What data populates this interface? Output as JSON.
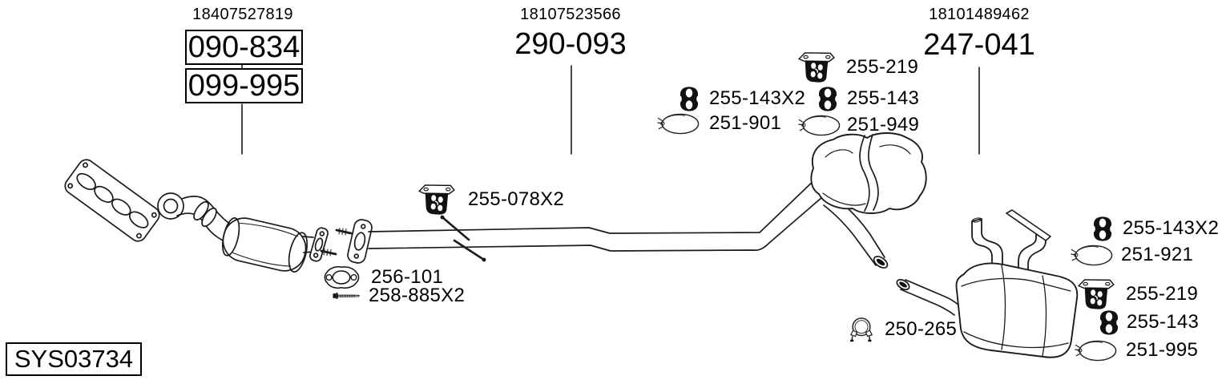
{
  "diagram": {
    "system_code": "SYS03734",
    "colors": {
      "line": "#1b1b1b",
      "background": "#ffffff",
      "solid_fill": "#111111"
    },
    "main_assemblies": [
      {
        "oe_number": "18407527819",
        "part_numbers": [
          "090-834",
          "099-995"
        ],
        "boxed": true
      },
      {
        "oe_number": "18107523566",
        "part_numbers": [
          "290-093"
        ],
        "boxed": false
      },
      {
        "oe_number": "18101489462",
        "part_numbers": [
          "247-041"
        ],
        "boxed": false
      }
    ],
    "callouts": [
      {
        "part": "255-078X2",
        "icon": "bracket-hanger-icon"
      },
      {
        "part": "256-101",
        "icon": "gasket-icon"
      },
      {
        "part": "258-885X2",
        "icon": "bolt-icon"
      },
      {
        "part": "255-143X2",
        "icon": "rubber-mount-icon"
      },
      {
        "part": "251-901",
        "icon": "clamp-ring-icon"
      },
      {
        "part": "255-219",
        "icon": "bracket-hanger-icon"
      },
      {
        "part": "255-143",
        "icon": "rubber-mount-icon"
      },
      {
        "part": "251-949",
        "icon": "clamp-ring-icon"
      },
      {
        "part": "250-265",
        "icon": "pipe-clamp-icon"
      },
      {
        "part": "255-143X2",
        "icon": "rubber-mount-icon"
      },
      {
        "part": "251-921",
        "icon": "clamp-ring-icon"
      },
      {
        "part": "255-219",
        "icon": "bracket-hanger-icon"
      },
      {
        "part": "255-143",
        "icon": "rubber-mount-icon"
      },
      {
        "part": "251-995",
        "icon": "clamp-ring-icon"
      }
    ]
  }
}
